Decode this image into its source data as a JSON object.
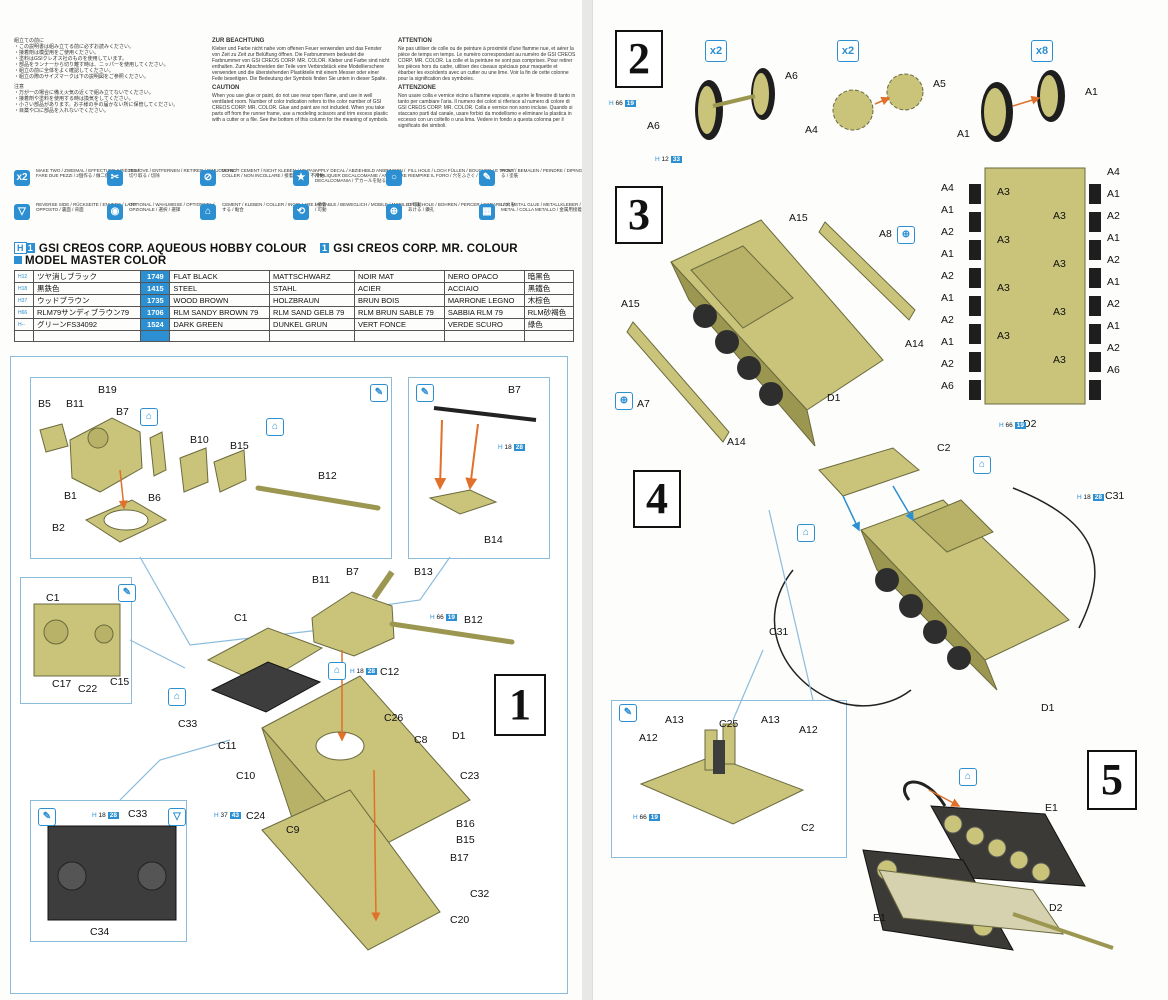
{
  "intro": {
    "jp_heading": "組立ての前に",
    "jp_lines": [
      "・この説明書は組み立てる前に必ずお読みください。",
      "・接着剤は模型用をご使用ください。",
      "・塗料はGSIクレオス社のものを使用しています。",
      "・部品をランナーから切り離す時は、ニッパーを使用してください。",
      "・組立の前に全体をよく確認してください。",
      "・組立の際のサイズマークは下の説明図をご参照ください。"
    ],
    "jp_caution_heading": "注意",
    "jp_caution": [
      "・万が一の場合に備え火気の近くで組み立てないでください。",
      "・接着剤や塗料を使用する時は換気をしてください。",
      "・小さい部品があります。お子様の手の届かない所に保管してください。",
      "・目薬や口に部品を入れないでください。"
    ],
    "de_heading": "ZUR BEACHTUNG",
    "de_text": "Kleber und Farbe nicht nahe vom offenen Feuer verwenden und das Fenster von Zeit zu Zeit zur Belüftung öffnen. Die Farbnummern bedeutet die Farbnummer von GSI CREOS CORP. MR. COLOR. Kleber und Farbe sind nicht enthalten. Zum Abschneiden der Teile vom Verbindstück eine Modellierschere verwenden und die überstehenden Plastikteile mit einem Messer oder einer Feile beseitigen. Die Bedeutung der Symbols finden Sie unten in dieser Spalte.",
    "en_heading": "CAUTION",
    "en_text": "When you use glue or paint, do not use near open flame, and use in well ventilated room. Number of color indication refers to the color number of GSI CREOS CORP. MR. COLOR. Glue and paint are not included. When you take parts off from the runner frame, use a modeling scissors and trim excess plastic with a cutter or a file. See the bottom of this column for the meaning of symbols.",
    "fr_heading": "ATTENTION",
    "fr_text": "Ne pas utiliser de colle ou de peinture à proximité d'une flamme nue, et aérer la pièce de temps en temps. Le numéro correspondant au numéro de GSI CREOS CORP. MR. COLOR. La colle et la peinture ne sont pas comprises. Pour retirer les pièces hors du cadre, utiliser des ciseaux spéciaux pour maquette et ébarber les excédents avec un cutter ou une lime. Voir la fin de cette colonne pour la signification des symboles.",
    "it_heading": "ATTENZIONE",
    "it_text": "Non usare colla e vernice vicino a fiamme esposte, e aprire le finestre di tanto in tanto per cambiare l'aria. Il numero dei colori si riferisce al numero di colore di GSI CREOS CORP. MR. COLOR. Colla e vernice non sono incluse. Quando si staccano parti dal canale, usare forbici da modellismo e eliminare la plastica in eccesso con un coltello o una lima. Vedere in fondo a questa colonna per il significato dei simboli."
  },
  "symbols": [
    {
      "icon": "x2",
      "text": "MAKE TWO / ZWEIMAL / EFFECTUER 2 PIÈCES / FARE DUE PEZZI / 2個作る / 做二個"
    },
    {
      "icon": "✂",
      "text": "REMOVE / ENTFERNEN / RETIRER / RIMUOVERE / 切り取る / 切除"
    },
    {
      "icon": "⊘",
      "text": "DO NOT CEMENT / NICHT KLEBEN / NE PAS COLLER / NON INCOLLARE / 接着しない / 不用黏"
    },
    {
      "icon": "★",
      "text": "APPLY DECAL / ABZIEHBILD ANBRINGEN / APPLIQUER DECALCOMANIE / APPLICARE DECALCOMANIA / デカールを貼る / 貼紙"
    },
    {
      "icon": "○",
      "text": "FILL HOLE / LOCH FÜLLEN / BOUCHER LE TROU / RIEMPIRE IL FORO / 穴をふさぐ / 封閉孔"
    },
    {
      "icon": "✎",
      "text": "PAINT / BEMALEN / PEINDRE / DIPINGERE / 塗装する / 塗裝"
    },
    {
      "icon": "▽",
      "text": "REVERSE SIDE / RÜCKSEITE / ENVERS / LATO OPPOSTO / 裏面 / 背面"
    },
    {
      "icon": "◉",
      "text": "OPTIONAL / WAHLWEISE / OPTIONNEL / OPZIONALE / 選択 / 選擇"
    },
    {
      "icon": "⌂",
      "text": "CEMENT / KLEBEN / COLLER / INCOLLARE / 接着する / 黏合"
    },
    {
      "icon": "⟲",
      "text": "MOVABLE / BEWEGLICH / MOBILE / MOBILE / 可動 / 可動"
    },
    {
      "icon": "⊕",
      "text": "DRILL HOLE / BOHREN / PERCER / FORARE / 穴をあける / 鑽孔"
    },
    {
      "icon": "▦",
      "text": "USE METAL GLUE / METALLKLEBER / COLLE METAL / COLLA METALLO / 金属用接着剤 / 金屬膠"
    }
  ],
  "paint_header": {
    "line1": "GSI CREOS CORP. AQUEOUS HOBBY COLOUR",
    "line1_badge": "H",
    "line1_badge2": "1",
    "line1b": "GSI CREOS CORP. MR. COLOUR",
    "line1b_badge": "1",
    "line2": "MODEL MASTER COLOR"
  },
  "paint_rows": [
    {
      "h": "H12",
      "jp": "ツヤ消しブラック",
      "n": "1749",
      "en": "FLAT BLACK",
      "de": "MATTSCHWARZ",
      "fr": "NOIR MAT",
      "it": "NERO OPACO",
      "cn": "暗黑色"
    },
    {
      "h": "H18",
      "jp": "黒鉄色",
      "n": "1415",
      "en": "STEEL",
      "de": "STAHL",
      "fr": "ACIER",
      "it": "ACCIAIO",
      "cn": "黑鐵色"
    },
    {
      "h": "H37",
      "jp": "ウッドブラウン",
      "n": "1735",
      "en": "WOOD BROWN",
      "de": "HOLZBRAUN",
      "fr": "BRUN BOIS",
      "it": "MARRONE LEGNO",
      "cn": "木棕色"
    },
    {
      "h": "H66",
      "jp": "RLM79サンディブラウン79",
      "n": "1706",
      "en": "RLM SANDY BROWN 79",
      "de": "RLM SAND GELB 79",
      "fr": "RLM BRUN SABLE 79",
      "it": "SABBIA RLM 79",
      "cn": "RLM砂褐色"
    },
    {
      "h": "H--",
      "jp": "グリーンFS34092",
      "n": "1524",
      "en": "DARK GREEN",
      "de": "DUNKEL GRUN",
      "fr": "VERT FONCE",
      "it": "VERDE SCURO",
      "cn": "綠色"
    },
    {
      "h": "",
      "jp": "",
      "n": "",
      "en": "",
      "de": "",
      "fr": "",
      "it": "",
      "cn": ""
    }
  ],
  "steps": {
    "s1": "1",
    "s2": "2",
    "s3": "3",
    "s4": "4",
    "s5": "5"
  },
  "step2": {
    "q1": "x2",
    "q2": "x2",
    "q3": "x8",
    "labels": {
      "A6a": "A6",
      "A6b": "A6",
      "A5": "A5",
      "A4": "A4",
      "A1a": "A1",
      "A1b": "A1"
    },
    "tag_h66": "H",
    "tag_h66_n": "66",
    "tag_h66_c": "19",
    "tag_h12": "H",
    "tag_h12_n": "12",
    "tag_h12_c": "33"
  },
  "step3": {
    "labels": {
      "A15a": "A15",
      "A8": "A8",
      "A15b": "A15",
      "A14a": "A14",
      "A7": "A7",
      "A14b": "A14",
      "D1": "D1",
      "D2": "D2"
    },
    "wheels_left": [
      "A4",
      "A1",
      "A2",
      "A1",
      "A2",
      "A1",
      "A2",
      "A1",
      "A2",
      "A6"
    ],
    "wheels_right": [
      "A4",
      "A1",
      "A2",
      "A1",
      "A2",
      "A1",
      "A2",
      "A1",
      "A2",
      "A6"
    ],
    "wheels_mid": [
      "A3",
      "A3",
      "A3",
      "A3",
      "A3",
      "A3",
      "A3",
      "A3"
    ],
    "tag_h66": "H",
    "tag_h66_n": "66",
    "tag_h66_c": "19"
  },
  "step4": {
    "labels": {
      "C2": "C2",
      "C31a": "C31",
      "C31b": "C31",
      "D1": "D1",
      "A13a": "A13",
      "C25": "C25",
      "A13b": "A13",
      "A12a": "A12",
      "A12b": "A12",
      "C2b": "C2"
    },
    "tag_h18": "H",
    "tag_h18_n": "18",
    "tag_h18_c": "28",
    "tag_h66": "H",
    "tag_h66_n": "66",
    "tag_h66_c": "19"
  },
  "step5": {
    "labels": {
      "E1a": "E1",
      "E1b": "E1",
      "D2": "D2"
    }
  },
  "step1": {
    "labels": {
      "B5": "B5",
      "B11": "B11",
      "B19": "B19",
      "B7": "B7",
      "B10": "B10",
      "B15": "B15",
      "B1": "B1",
      "B6": "B6",
      "B12": "B12",
      "B2": "B2",
      "B7b": "B7",
      "B14": "B14",
      "B11b": "B11",
      "B7c": "B7",
      "B13": "B13",
      "B12b": "B12",
      "C1": "C1",
      "C17": "C17",
      "C22": "C22",
      "C15": "C15",
      "C1b": "C1",
      "C12": "C12",
      "C33": "C33",
      "C26": "C26",
      "C11": "C11",
      "C8": "C8",
      "D1": "D1",
      "C10": "C10",
      "C23": "C23",
      "C24": "C24",
      "B16": "B16",
      "C9": "C9",
      "B15b": "B15",
      "B17": "B17",
      "C32": "C32",
      "C20": "C20",
      "C33b": "C33",
      "C34": "C34"
    },
    "tag_h18a": "H",
    "tag_h18a_n": "18",
    "tag_h18a_c": "28",
    "tag_h66": "H",
    "tag_h66_n": "66",
    "tag_h66_c": "19",
    "tag_h18b": "H",
    "tag_h18b_n": "18",
    "tag_h18b_c": "28",
    "tag_h37": "H",
    "tag_h37_n": "37",
    "tag_h37_c": "43",
    "tag_h18c": "H",
    "tag_h18c_n": "18",
    "tag_h18c_c": "28"
  },
  "colors": {
    "accent": "#2b8fd1",
    "panel_border": "#8cbcdc",
    "part": "#c9c47a",
    "part_dark": "#9c9750",
    "arrow": "#e0702a",
    "track": "#3b3a36"
  }
}
